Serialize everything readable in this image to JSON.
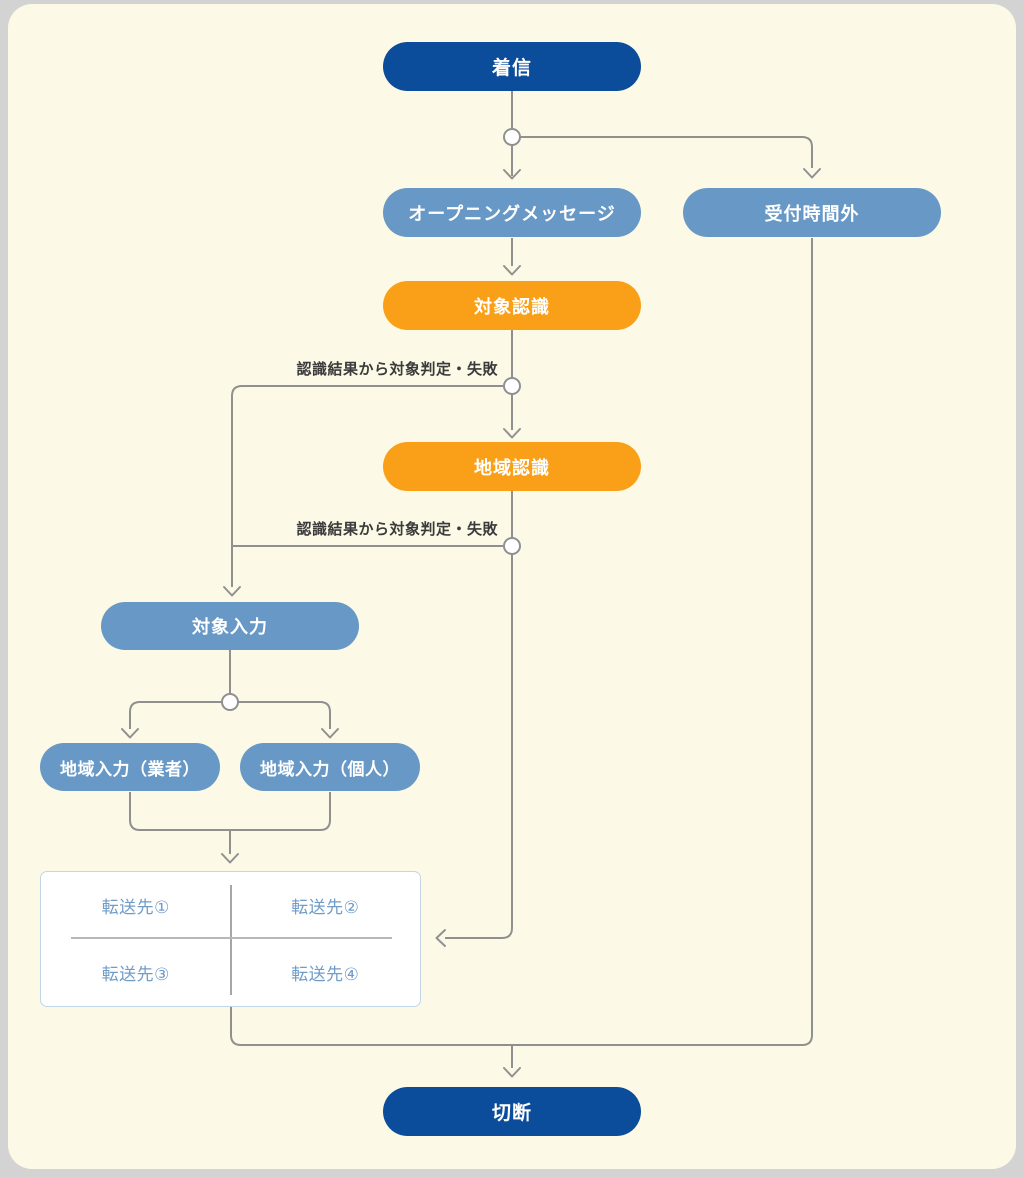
{
  "nodes": {
    "incoming": "着信",
    "opening_message": "オープニングメッセージ",
    "outside_hours": "受付時間外",
    "target_recognition": "対象認識",
    "region_recognition": "地域認識",
    "target_input": "対象入力",
    "region_input_vendor": "地域入力（業者）",
    "region_input_individual": "地域入力（個人）",
    "disconnect": "切断"
  },
  "edge_labels": {
    "recognition_fail_target": "認識結果から対象判定・失敗",
    "recognition_fail_region": "認識結果から対象判定・失敗"
  },
  "transfer_destinations": [
    "転送先①",
    "転送先②",
    "転送先③",
    "転送先④"
  ],
  "colors": {
    "dark_blue": "#0b4c9b",
    "mid_blue": "#6798c6",
    "orange": "#f9a018",
    "canvas_background": "#fcfae6",
    "outer_background": "#d3d3d3",
    "connector_line": "#909090",
    "edge_label_text": "#3b3b3b",
    "transfer_text": "#6f9cc9",
    "transfer_border": "#c2d6e8"
  }
}
